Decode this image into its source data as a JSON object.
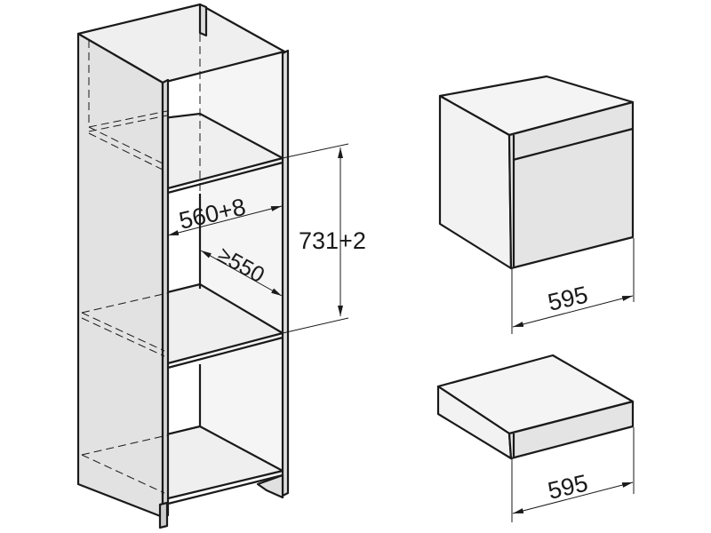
{
  "cabinet": {
    "niche_width_label": "560+8",
    "niche_depth_label": "≥550",
    "niche_height_label": "731+2"
  },
  "oven": {
    "width_label": "595"
  },
  "drawer": {
    "width_label": "595"
  },
  "colors": {
    "line": "#1a1a1a",
    "panel_light": "#f3f3f3",
    "panel_mid": "#e8e8e8",
    "panel_front": "#e2e2e2"
  }
}
